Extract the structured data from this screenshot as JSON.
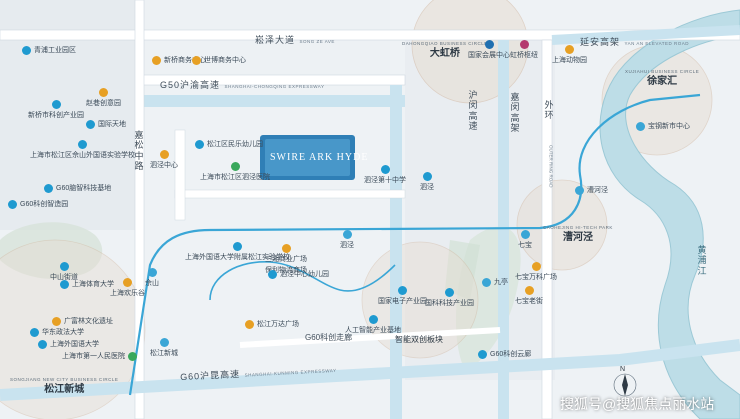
{
  "roads": {
    "songze_cn": "崧泽大道",
    "songze_en": "SONG ZE AVE",
    "g50_cn": "G50沪渝高速",
    "g50_en": "SHANGHAI-CHONGQING EXPRESSWAY",
    "yanan_cn": "延安高架",
    "yanan_en": "YAN AN ELEVATED ROAD",
    "g60_cn": "G60沪昆高速",
    "g60_en": "SHANGHAI-KUNMING EXPRESSWAY",
    "jiasong_cn": "嘉松中路",
    "hujin_cn": "沪闵高速",
    "jiamin_cn": "嘉闵高架",
    "waihuan_cn": "外环",
    "waihuan_en": "OUTER RING ROAD"
  },
  "circles": {
    "hongqiao_en": "DAHONGQIAO BUSINESS CIRCLE",
    "hongqiao_cn": "大虹桥",
    "xujiahui_en": "XUJIAHUI BUSINESS CIRCLE",
    "xujiahui_cn": "徐家汇",
    "caohejing_en": "CAOHEJING HI-TECH PARK",
    "caohejing_cn": "漕河泾",
    "songjiang_en": "SONGJIANG NEW CITY BUSINESS CIRCLE",
    "songjiang_cn": "松江新城"
  },
  "project": {
    "name": "SWIRE ARK HYDE"
  },
  "corridor": {
    "g60_kechuang": "G60科创走廊"
  },
  "river": {
    "huangpu": "黄浦江"
  },
  "pois": [
    "青浦工业园区",
    "新桥商务中心",
    "世博商务中心",
    "国家会展中心",
    "虹桥枢纽",
    "上海动物园",
    "赵巷创意园",
    "新桥市科创产业园",
    "国际天地",
    "上海市松江区佘山外国语实验学校",
    "G60脑智科技基地",
    "G60科创智造园",
    "松江区民乐幼儿园",
    "上海市松江区泗泾医院",
    "泗泾中心",
    "泗泾第十中学",
    "泗泾",
    "上海外国语大学附属松江实验学校",
    "三湘商业广场",
    "保利物流商场",
    "泗泾中心幼儿园",
    "中山街道",
    "上海体育大学",
    "上海欢乐谷",
    "佘山",
    "广富林文化遗址",
    "华东政法大学",
    "上海外国语大学",
    "上海市第一人民医院",
    "松江新城",
    "松江万达广场",
    "国家电子产业园",
    "人工智能产业基地",
    "国科科技产业园",
    "九亭",
    "G60科创云廊",
    "漕河泾",
    "七宝",
    "七宝万科广场",
    "七宝老街",
    "宝钢新市中心",
    "徐家汇",
    "泗泾",
    "智能双创板块",
    "G60科创云廊"
  ],
  "watermark": "搜狐号@搜狐焦点丽水站",
  "compass": "N",
  "colors": {
    "metro": "#3aa6d6",
    "expressway": "#c9e3ef",
    "circle": "#c8a98a",
    "project": "#2f7fb6"
  }
}
